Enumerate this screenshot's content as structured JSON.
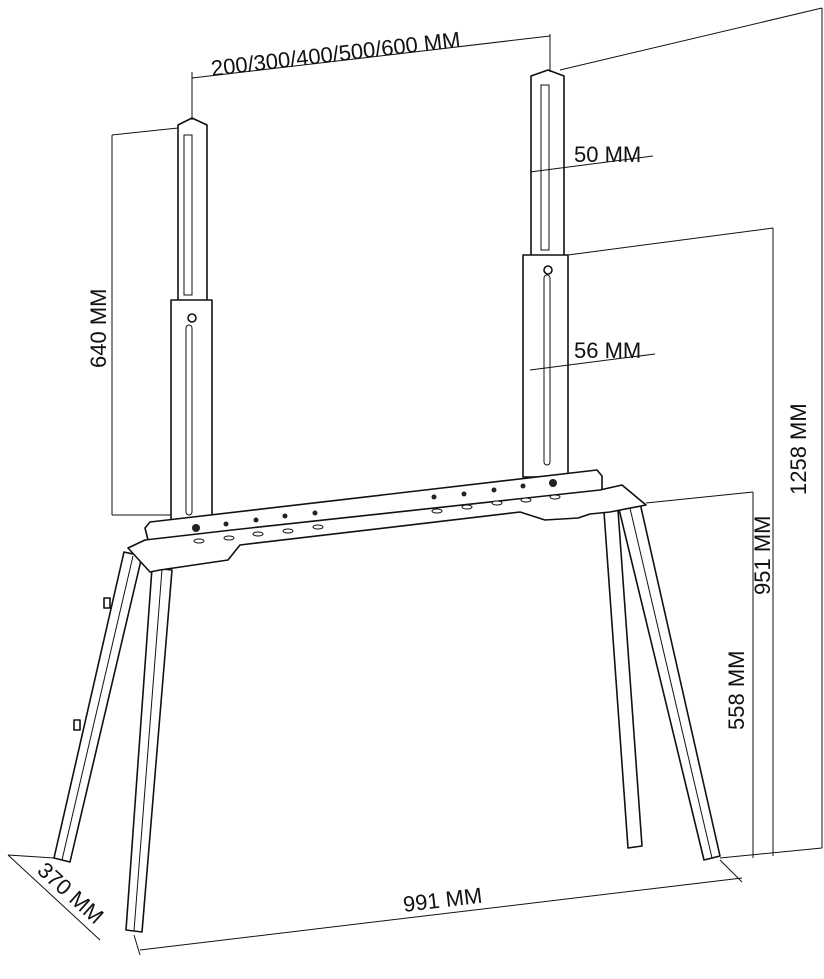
{
  "title": "TV stand dimension diagram",
  "dimensions": {
    "vesa_width": "200/300/400/500/600 MM",
    "upper_adjust": "50 MM",
    "lower_adjust": "56 MM",
    "post_height": "640 MM",
    "total_height": "1258 MM",
    "bar_height": "951 MM",
    "leg_height": "558 MM",
    "width": "991 MM",
    "depth": "370 MM"
  }
}
